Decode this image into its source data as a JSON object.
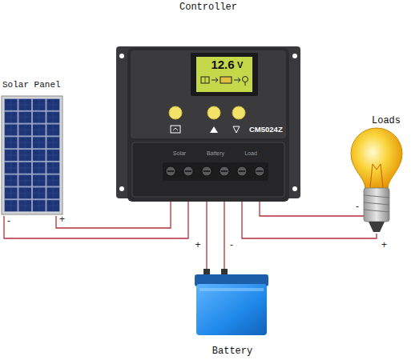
{
  "diagram": {
    "nodes": [
      {
        "text": [
          "Solar Panel"
        ]
      },
      {
        "text": [
          "Controller"
        ]
      },
      {
        "text": [
          "Loads"
        ]
      },
      {
        "text": [
          "Battery"
        ]
      }
    ],
    "edges": [
      {
        "from": 0,
        "to": 1,
        "arrow": "none"
      },
      {
        "from": 0,
        "to": 1,
        "arrow": "none"
      },
      {
        "from": 1,
        "to": 3,
        "arrow": "none"
      },
      {
        "from": 1,
        "to": 3,
        "arrow": "none"
      },
      {
        "from": 1,
        "to": 2,
        "arrow": "none"
      },
      {
        "from": 1,
        "to": 2,
        "arrow": "none"
      }
    ],
    "labels": [
      "12.6",
      "V",
      "CM5024Z",
      "Solar",
      "Battery",
      "Load",
      "-",
      "+",
      "+",
      "-",
      "-",
      "+"
    ]
  }
}
